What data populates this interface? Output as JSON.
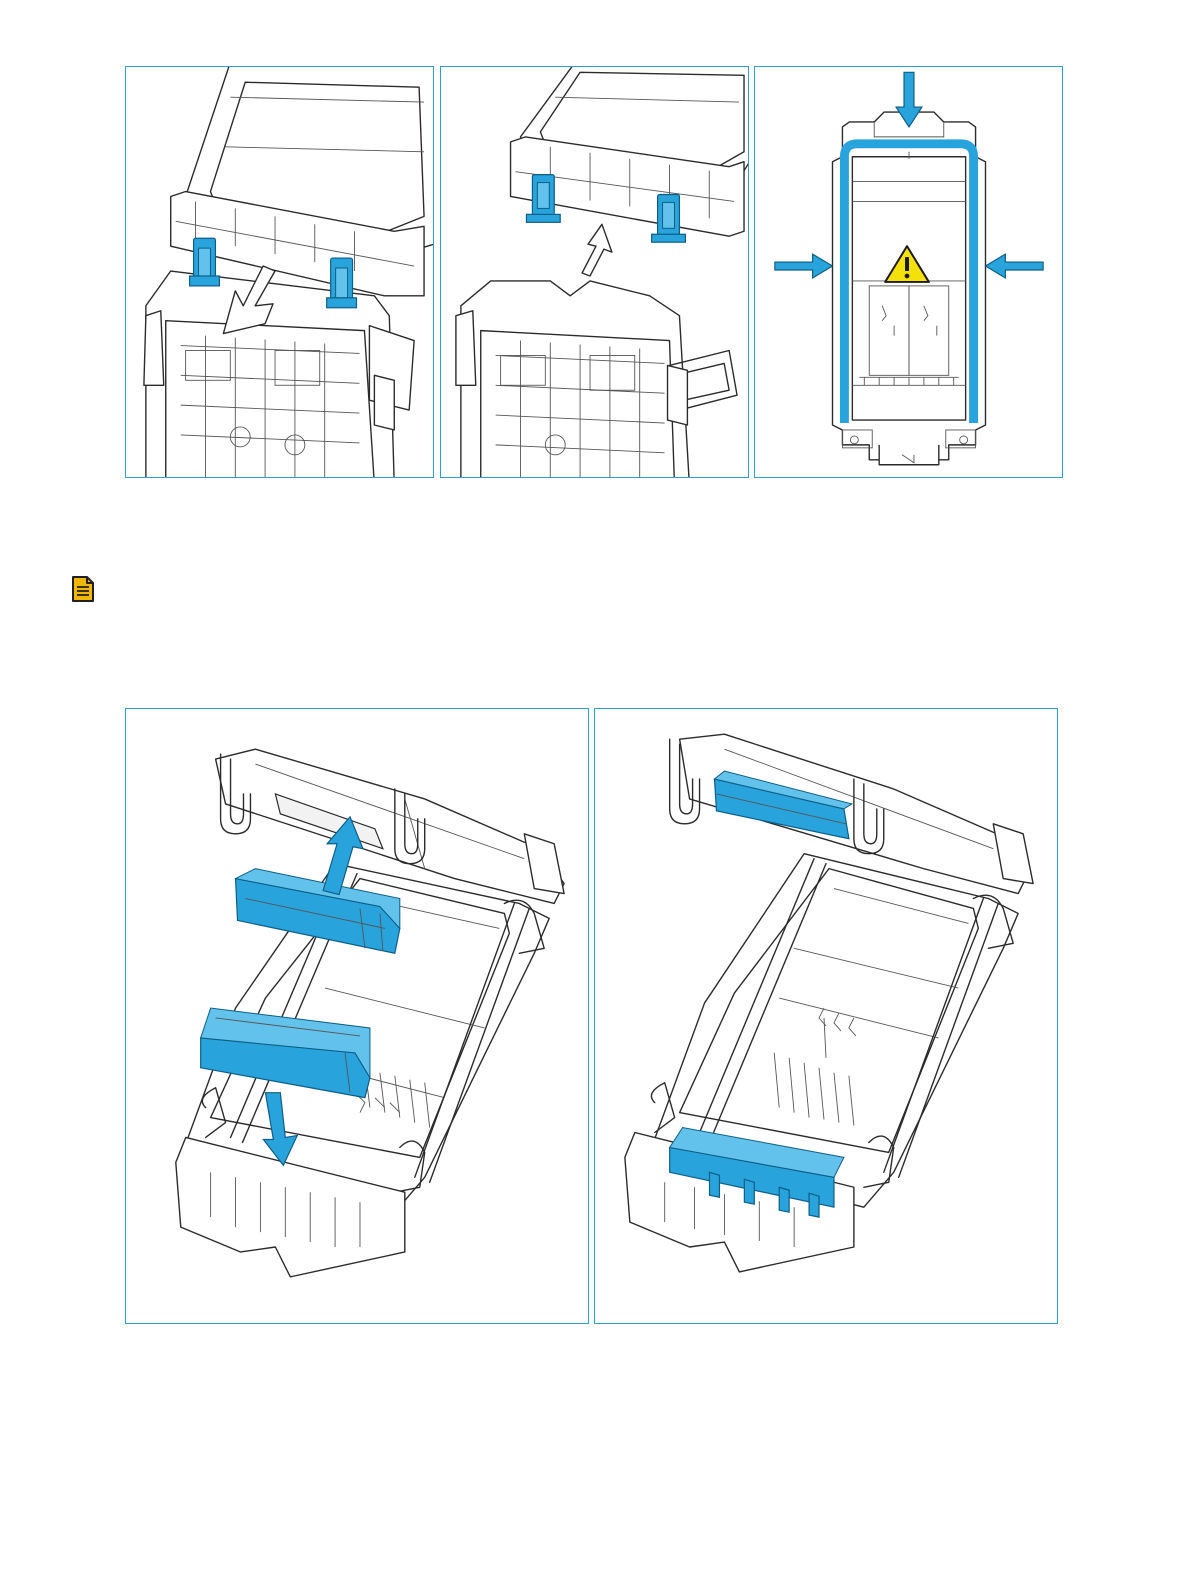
{
  "colors": {
    "accent": "#29a3dc",
    "frame": "#2aa0d6",
    "warning": "#f5e10a",
    "note": "#f2b705"
  },
  "icons": {
    "note": "document-note-icon",
    "warning": "warning-triangle-icon",
    "arrow": "arrow-icon"
  },
  "figures": [
    {
      "id": "fig-1",
      "depicts": "lower-latch-release"
    },
    {
      "id": "fig-2",
      "depicts": "lift-lid-off"
    },
    {
      "id": "fig-3",
      "depicts": "seal-press-in"
    },
    {
      "id": "fig-4",
      "depicts": "insert-gel-blocks"
    },
    {
      "id": "fig-5",
      "depicts": "gel-blocks-installed"
    }
  ]
}
